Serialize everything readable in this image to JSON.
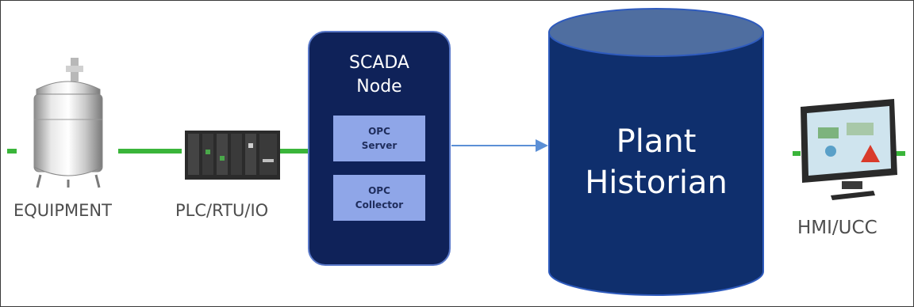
{
  "diagram": {
    "equipment_label": "EQUIPMENT",
    "plc_label": "PLC/RTU/IO",
    "hmi_label": "HMI/UCC",
    "scada": {
      "title": "SCADA\nNode",
      "opc_server": "OPC\nServer",
      "opc_collector": "OPC\nCollector"
    },
    "historian": {
      "label": "Plant\nHistorian"
    }
  },
  "colors": {
    "link_green": "#3ab53a",
    "arrow_blue": "#5b8fd6",
    "scada_fill": "#0f2259",
    "opc_fill": "#8fa6e8",
    "historian_body": "#0f2f6d",
    "historian_top": "#4f6ea0"
  }
}
